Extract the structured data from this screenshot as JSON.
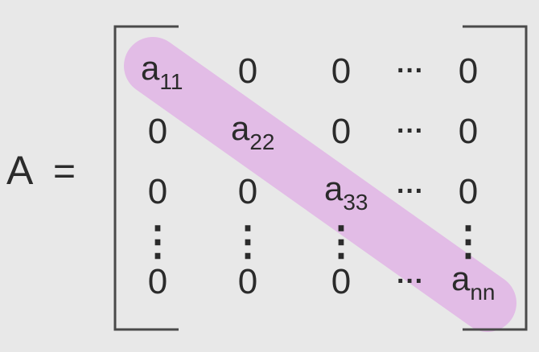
{
  "matrix": {
    "name": "A",
    "equals": "=",
    "rows": [
      [
        {
          "base": "a",
          "sub": "11"
        },
        {
          "base": "0"
        },
        {
          "base": "0"
        },
        {
          "base": "···"
        },
        {
          "base": "0"
        }
      ],
      [
        {
          "base": "0"
        },
        {
          "base": "a",
          "sub": "22"
        },
        {
          "base": "0"
        },
        {
          "base": "···"
        },
        {
          "base": "0"
        }
      ],
      [
        {
          "base": "0"
        },
        {
          "base": "0"
        },
        {
          "base": "a",
          "sub": "33"
        },
        {
          "base": "···"
        },
        {
          "base": "0"
        }
      ],
      [
        {
          "base": "⋮"
        },
        {
          "base": "⋮"
        },
        {
          "base": "⋮"
        },
        {
          "base": ""
        },
        {
          "base": "⋮"
        }
      ],
      [
        {
          "base": "0"
        },
        {
          "base": "0"
        },
        {
          "base": "0"
        },
        {
          "base": "···"
        },
        {
          "base": "a",
          "sub": "nn"
        }
      ]
    ]
  },
  "colors": {
    "background": "#e8e8e8",
    "text": "#2b2b2b",
    "bracket": "#4a4a4a",
    "diagonal_highlight": "#e2bce6"
  }
}
